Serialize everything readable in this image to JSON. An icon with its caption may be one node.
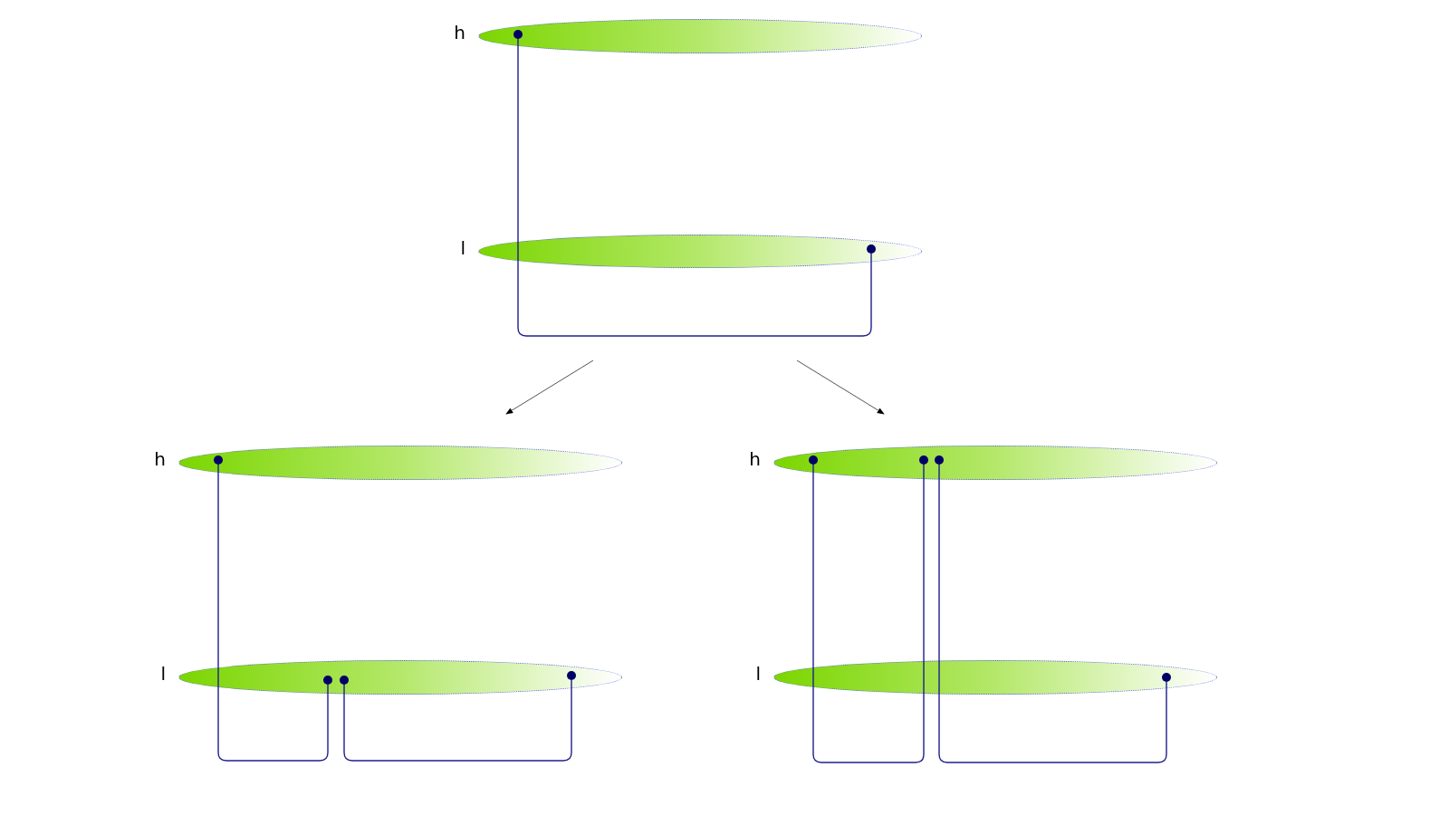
{
  "diagram": {
    "nodes": [
      {
        "text": [
          "h"
        ]
      },
      {
        "text": [],
        "shape": "circle",
        "in": 0
      },
      {
        "text": [
          "l"
        ]
      },
      {
        "text": [],
        "shape": "circle",
        "in": 2
      },
      {
        "text": [
          "h"
        ]
      },
      {
        "text": [],
        "shape": "circle",
        "in": 4
      },
      {
        "text": [
          "l"
        ]
      },
      {
        "text": [],
        "shape": "circle",
        "in": 6
      },
      {
        "text": [],
        "shape": "circle",
        "in": 6
      },
      {
        "text": [],
        "shape": "circle",
        "in": 6
      },
      {
        "text": [
          "h"
        ]
      },
      {
        "text": [],
        "shape": "circle",
        "in": 10
      },
      {
        "text": [],
        "shape": "circle",
        "in": 10
      },
      {
        "text": [],
        "shape": "circle",
        "in": 10
      },
      {
        "text": [
          "l"
        ]
      },
      {
        "text": [],
        "shape": "circle",
        "in": 14
      }
    ],
    "edges": [
      {
        "from": 1,
        "to": 3,
        "arrow": "none"
      },
      {
        "from": 5,
        "to": 7,
        "arrow": "none"
      },
      {
        "from": 8,
        "to": 9,
        "arrow": "none"
      },
      {
        "from": 11,
        "to": 12,
        "arrow": "none"
      },
      {
        "from": 13,
        "to": 15,
        "arrow": "none"
      }
    ]
  }
}
